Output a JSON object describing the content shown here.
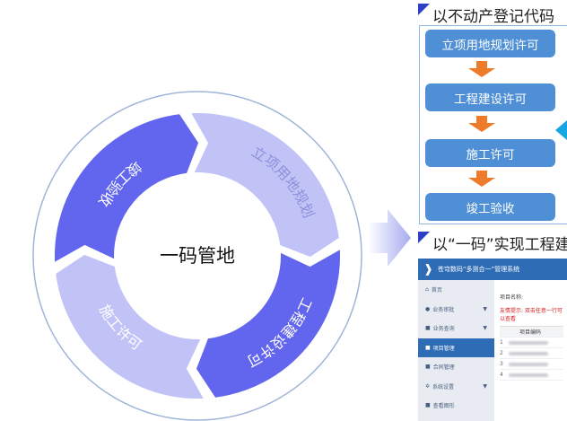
{
  "cycle": {
    "center": "一码管地",
    "segments": [
      {
        "label": "立项用地规划",
        "tone": "light"
      },
      {
        "label": "工程建设许可",
        "tone": "dark"
      },
      {
        "label": "施工许可",
        "tone": "light"
      },
      {
        "label": "竣工验收",
        "tone": "dark"
      }
    ]
  },
  "flow": {
    "title": "以不动产登记代码",
    "steps": [
      "立项用地规划许可",
      "工程建设许可",
      "施工许可",
      "竣工验收"
    ]
  },
  "system": {
    "title": "以“一码”实现工程建",
    "app_name": "苍穹数码“多测合一”管理系统",
    "menu": [
      "首页",
      "业务审批",
      "业务查询",
      "项目管理",
      "合同管理",
      "系统设置",
      "查看图形"
    ],
    "active_menu": "项目管理",
    "field_label": "项目名称:",
    "tip": "友情提示: 双击任意一行可以查看",
    "column": "项目编码",
    "rows": [
      "1",
      "2",
      "3",
      "4"
    ]
  },
  "colors": {
    "dark": "#6265ee",
    "light": "#c1c3f6",
    "step": "#4e8fd6",
    "arrow": "#ee7b2a",
    "header": "#2f6cb6"
  }
}
